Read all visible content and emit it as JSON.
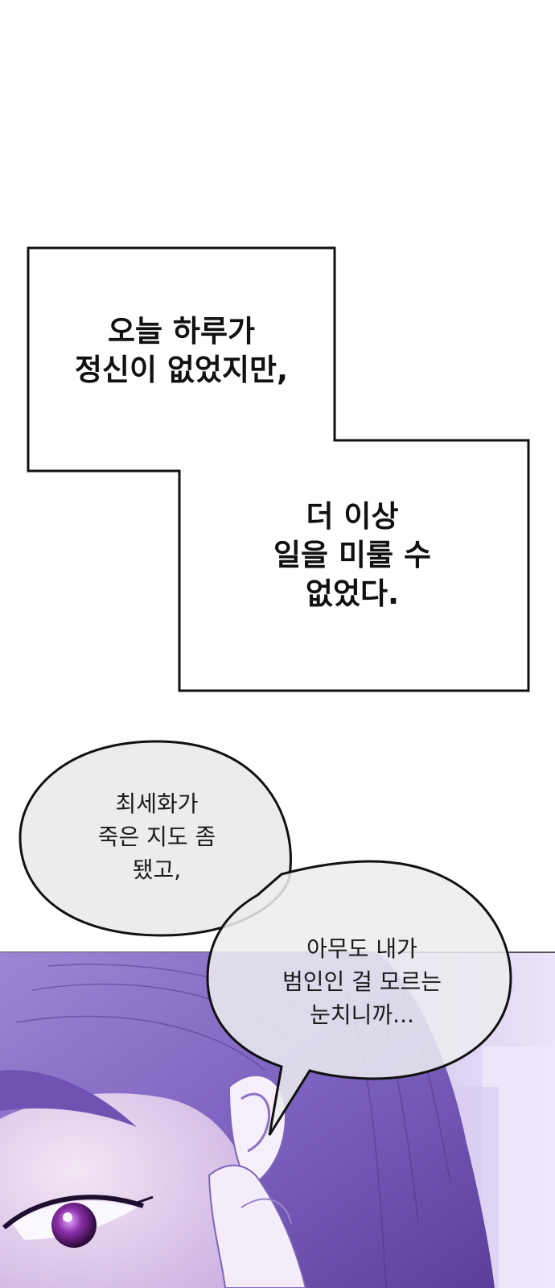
{
  "colors": {
    "page_background": "#ffffff",
    "box_stroke": "#111111",
    "bubble_fill": "#ececee",
    "bubble_fill_translucent": "rgba(236,236,240,0.86)",
    "illustration_purple": "#8a72c8",
    "illustration_light": "#e6dcf5"
  },
  "narration": {
    "box_1": {
      "lines": [
        "오늘 하루가",
        "정신이 없었지만,"
      ]
    },
    "box_2": {
      "lines": [
        "더 이상",
        "일을 미룰 수",
        "없었다."
      ]
    }
  },
  "dialogue": {
    "bubble_1": {
      "lines": [
        "최세화가",
        "죽은 지도 좀",
        "됐고,"
      ]
    },
    "bubble_2": {
      "lines": [
        "아무도 내가",
        "범인인 걸 모르는",
        "눈치니까..."
      ]
    }
  }
}
